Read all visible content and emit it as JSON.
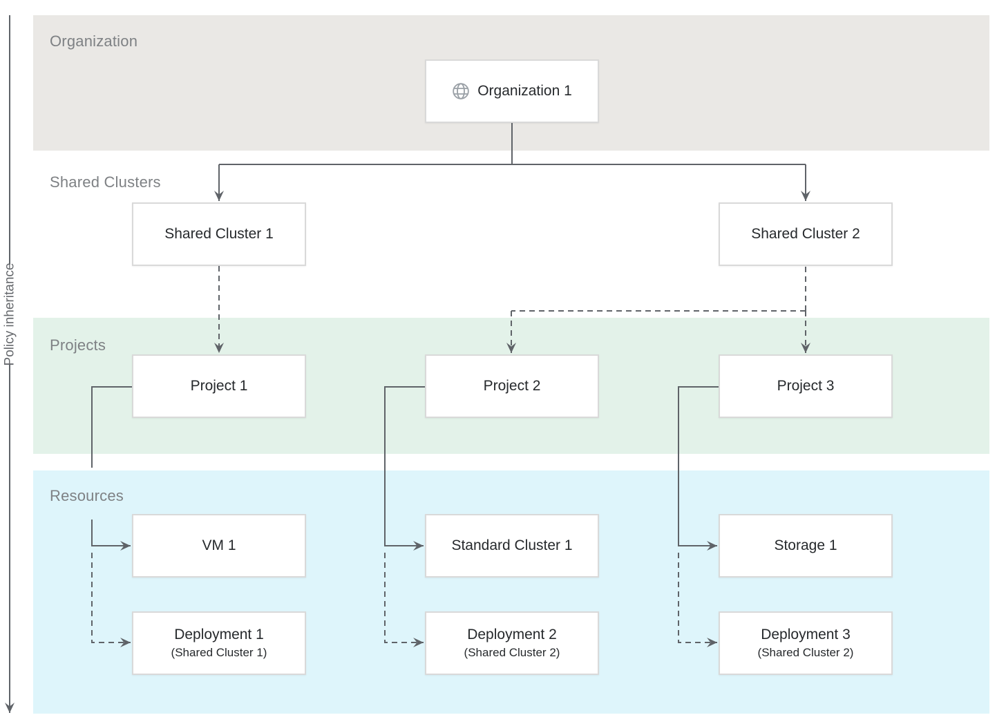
{
  "diagram": {
    "type": "hierarchy-diagram",
    "axis": {
      "label": "Policy inheritance",
      "direction": "top-to-bottom"
    },
    "bands": [
      {
        "label": "Organization",
        "color": "#EAE8E5"
      },
      {
        "label": "Shared Clusters",
        "color": "#FFFFFF"
      },
      {
        "label": "Projects",
        "color": "#E3F2E9"
      },
      {
        "label": "Resources",
        "color": "#DEF5FB"
      }
    ],
    "nodes": {
      "org1": {
        "label": "Organization 1",
        "icon": "globe-icon"
      },
      "sc1": {
        "label": "Shared Cluster 1"
      },
      "sc2": {
        "label": "Shared Cluster 2"
      },
      "p1": {
        "label": "Project 1"
      },
      "p2": {
        "label": "Project 2"
      },
      "p3": {
        "label": "Project 3"
      },
      "vm1": {
        "label": "VM 1"
      },
      "stdc1": {
        "label": "Standard Cluster 1"
      },
      "st1": {
        "label": "Storage 1"
      },
      "d1": {
        "label": "Deployment 1",
        "sublabel": "(Shared Cluster 1)"
      },
      "d2": {
        "label": "Deployment 2",
        "sublabel": "(Shared Cluster 2)"
      },
      "d3": {
        "label": "Deployment 3",
        "sublabel": "(Shared Cluster 2)"
      }
    },
    "edges": [
      {
        "from": "Organization 1",
        "to": "Shared Cluster 1",
        "style": "solid-arrow"
      },
      {
        "from": "Organization 1",
        "to": "Shared Cluster 2",
        "style": "solid-arrow"
      },
      {
        "from": "Shared Cluster 1",
        "to": "Project 1",
        "style": "dashed-arrow"
      },
      {
        "from": "Shared Cluster 2",
        "to": "Project 2",
        "style": "dashed-arrow"
      },
      {
        "from": "Shared Cluster 2",
        "to": "Project 3",
        "style": "dashed-arrow"
      },
      {
        "from": "Project 1",
        "to": "VM 1",
        "style": "solid-arrow"
      },
      {
        "from": "Project 1",
        "to": "Deployment 1",
        "style": "dashed-arrow"
      },
      {
        "from": "Project 2",
        "to": "Standard Cluster 1",
        "style": "solid-arrow"
      },
      {
        "from": "Project 2",
        "to": "Deployment 2",
        "style": "dashed-arrow"
      },
      {
        "from": "Project 3",
        "to": "Storage 1",
        "style": "solid-arrow"
      },
      {
        "from": "Project 3",
        "to": "Deployment 3",
        "style": "dashed-arrow"
      }
    ],
    "colors": {
      "connector": "#5F6368",
      "box_border": "#D9D9D9",
      "box_text": "#26292C",
      "section_label": "#7E8184",
      "globe_icon": "#9AA0A6"
    }
  }
}
